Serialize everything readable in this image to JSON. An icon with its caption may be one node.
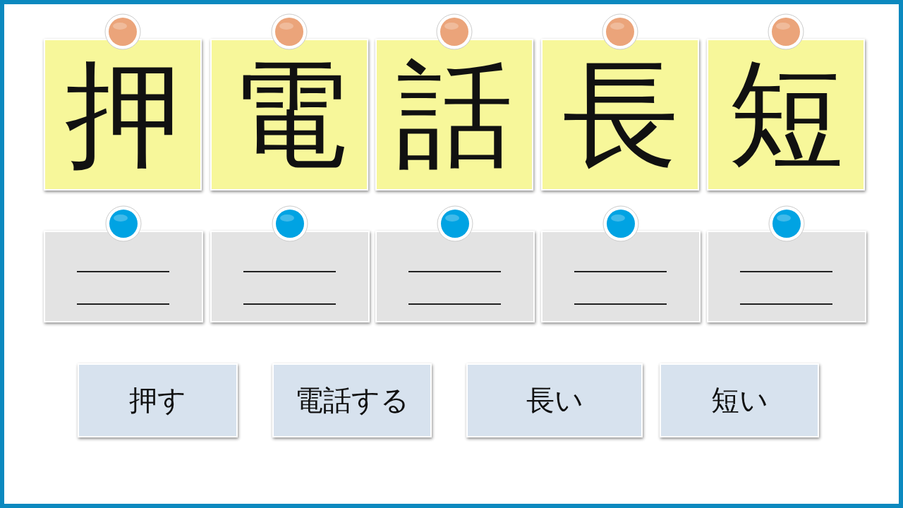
{
  "diagram": {
    "nodes": [
      {
        "text": [
          "押"
        ]
      },
      {
        "text": [
          "電"
        ]
      },
      {
        "text": [
          "話"
        ]
      },
      {
        "text": [
          "長"
        ]
      },
      {
        "text": [
          "短"
        ]
      },
      {
        "text": [],
        "shape": "box"
      },
      {
        "text": [],
        "shape": "box"
      },
      {
        "text": [],
        "shape": "box"
      },
      {
        "text": [],
        "shape": "box"
      },
      {
        "text": [],
        "shape": "box"
      },
      {
        "text": [
          "押す"
        ]
      },
      {
        "text": [
          "電話する"
        ]
      },
      {
        "text": [
          "長い"
        ]
      },
      {
        "text": [
          "短い"
        ]
      }
    ]
  }
}
